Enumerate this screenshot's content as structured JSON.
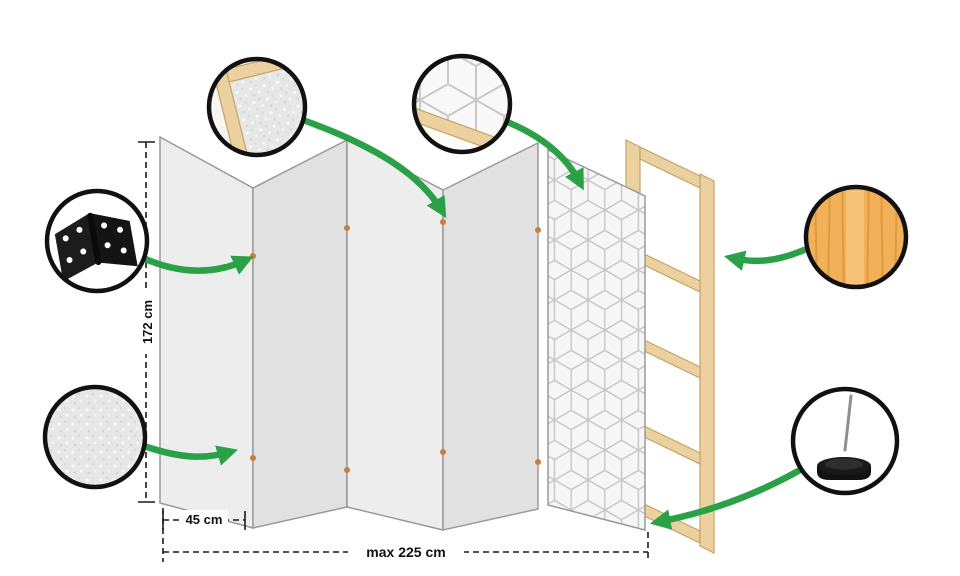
{
  "dimensions": {
    "height": "172 cm",
    "panel_width": "45 cm",
    "max_width": "max 225 cm"
  },
  "callouts": [
    {
      "icon": "hinge-icon"
    },
    {
      "icon": "frame-corner-detail-icon"
    },
    {
      "icon": "geometric-pattern-detail-icon"
    },
    {
      "icon": "fabric-texture-icon"
    },
    {
      "icon": "pine-wood-icon"
    },
    {
      "icon": "foot-pad-icon"
    }
  ],
  "colors": {
    "arrow_green": "#2aa147",
    "panel_light": "#ededed",
    "panel_dark": "#e1e1e1",
    "panel_border": "#9a9a9a",
    "pattern_line": "#c9c9c9",
    "wood_fill": "#ecd1a0",
    "wood_border": "#c8a265",
    "pine_circle": "#f2b158",
    "hinge_black": "#1c1c1c",
    "outline_black": "#111111",
    "background": "#ffffff"
  }
}
